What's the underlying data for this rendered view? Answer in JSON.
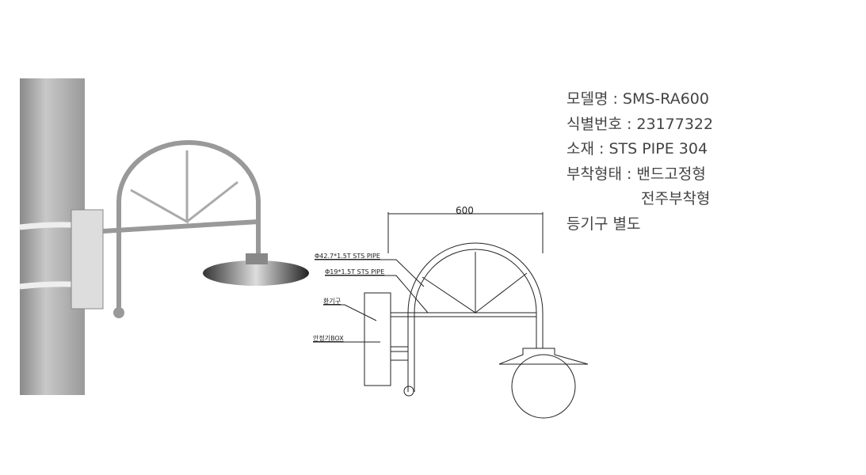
{
  "spec": {
    "model": "모델명 : SMS-RA600",
    "id_number": "식별번호 : 23177322",
    "material": "소재 : STS PIPE 304",
    "mount_type": "부착형태 : 밴드고정형",
    "mount_type_2": "전주부착형",
    "lamp": "등기구 별도"
  },
  "drawing": {
    "dimension": "600",
    "pipe_main": "Φ42.7*1.5T STS PIPE",
    "pipe_sub": "Φ19*1.5T STS PIPE",
    "vent": "환기구",
    "ballast_box": "안정기BOX"
  }
}
